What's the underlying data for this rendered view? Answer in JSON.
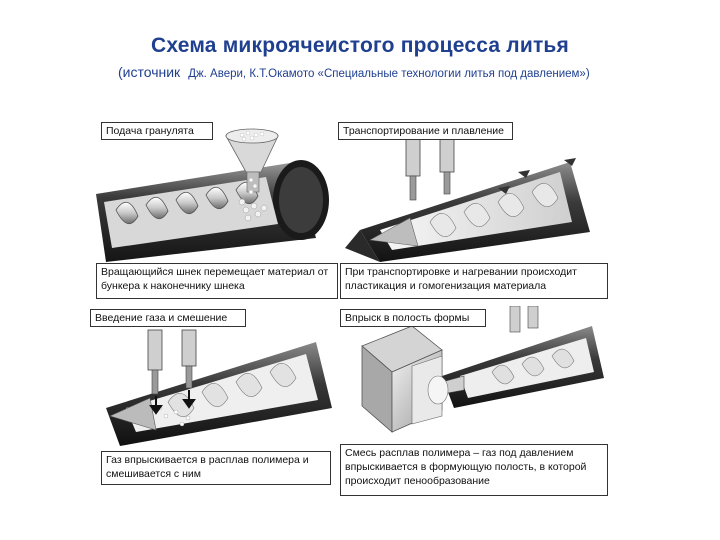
{
  "title": "Схема микроячеистого процесса литья",
  "source": {
    "lead": "(источник",
    "reference": "Дж. Авери, К.Т.Окамото «Специальные технологии литья под давлением»)"
  },
  "panels": {
    "top_left": {
      "step_label": "Подача гранулята",
      "description": "Вращающийся шнек перемещает материал от бункера к наконечнику шнека"
    },
    "top_right": {
      "step_label": "Транспортирование и плавление",
      "description": "При транспортировке и нагревании происходит пластикация и гомогенизация материала"
    },
    "bottom_left": {
      "step_label": "Введение газа и смешение",
      "description": "Газ впрыскивается в расплав полимера и смешивается с ним"
    },
    "bottom_right": {
      "step_label": "Впрыск в полость формы",
      "description": "Смесь расплав полимера – газ под давлением впрыскивается в формующую полость, в которой происходит пенообразование"
    }
  },
  "colors": {
    "title": "#1f3f8f",
    "barrel_dark": "#2a2a2a",
    "metal_light": "#e4e4e4",
    "label_border": "#333333"
  }
}
